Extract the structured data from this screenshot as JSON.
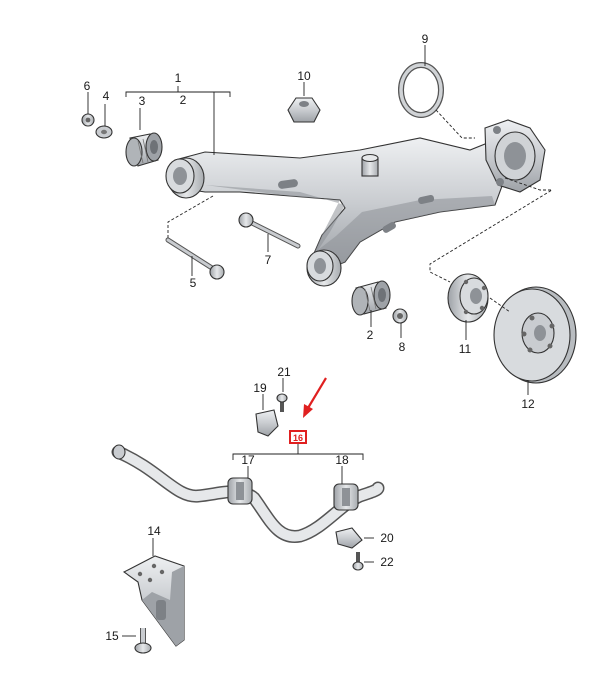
{
  "callouts": {
    "c1": "1",
    "c2": "2",
    "c2b": "2",
    "c3": "3",
    "c4": "4",
    "c5": "5",
    "c6": "6",
    "c7": "7",
    "c8": "8",
    "c9": "9",
    "c10": "10",
    "c11": "11",
    "c12": "12",
    "c14": "14",
    "c15": "15",
    "c16": "16",
    "c17": "17",
    "c18": "18",
    "c19": "19",
    "c20": "20",
    "c21": "21",
    "c22": "22"
  },
  "colors": {
    "part_fill": "#c9ccd0",
    "part_dark": "#8e9297",
    "part_light": "#e6e8ea",
    "highlight": "#e02020",
    "arrow": "#e02020"
  }
}
